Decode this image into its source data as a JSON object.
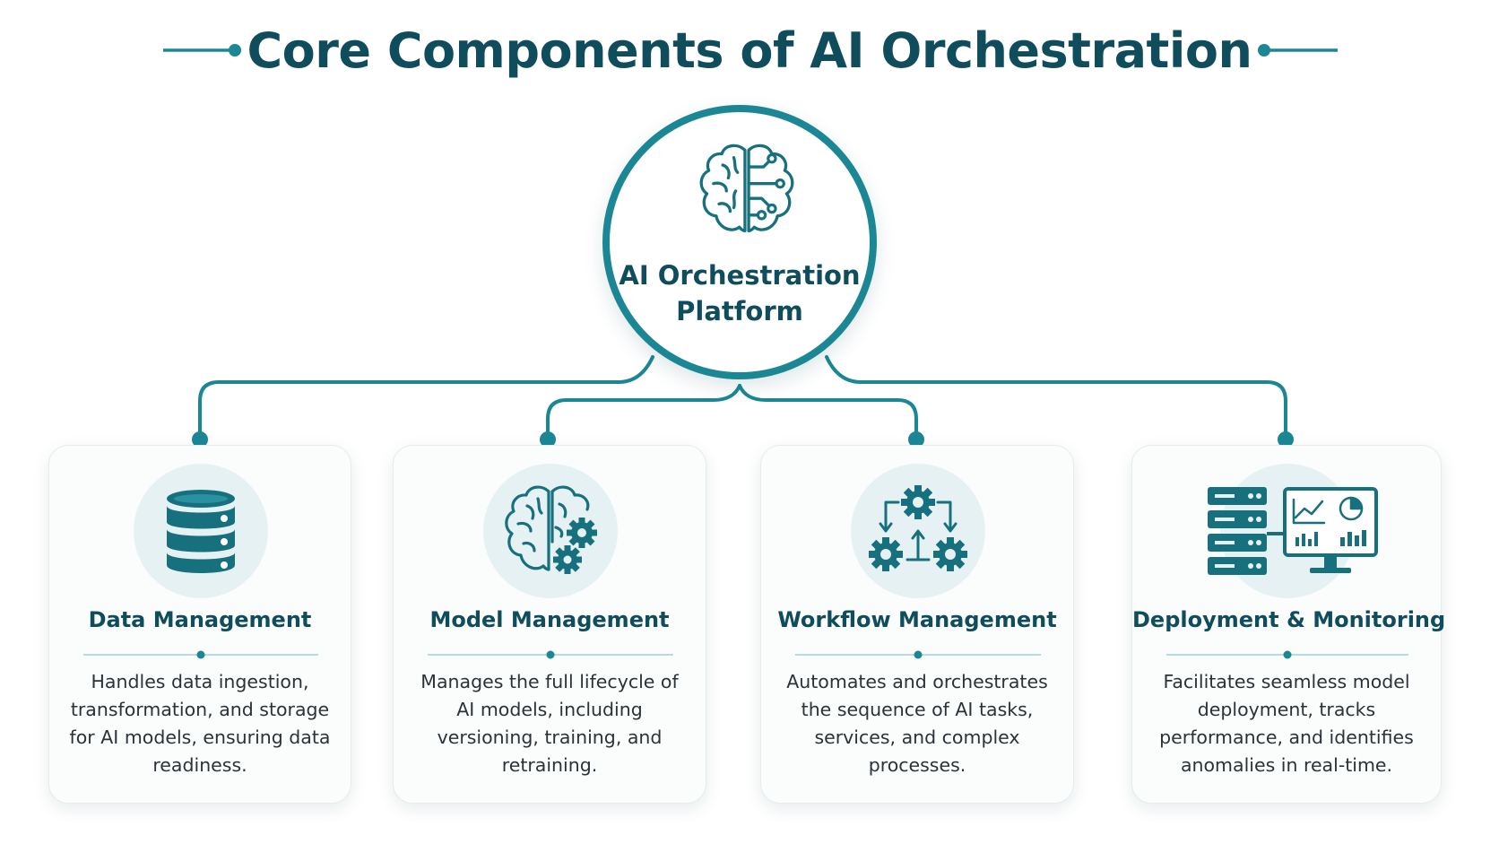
{
  "title": "Core Components of AI Orchestration",
  "colors": {
    "primary": "#1b8795",
    "title_text": "#0f4c5c",
    "heading_text": "#0f4c5c",
    "icon_dark": "#17707d",
    "icon_bg": "#e6f1f3"
  },
  "hub": {
    "label_line1": "AI Orchestration",
    "label_line2": "Platform",
    "icon": "brain-circuit-icon"
  },
  "components": [
    {
      "title": "Data Management",
      "icon": "database-icon",
      "description": "Handles data ingestion, transformation, and storage for AI models, ensuring data readiness."
    },
    {
      "title": "Model Management",
      "icon": "brain-gears-icon",
      "description": "Manages the full lifecycle of AI models, including versioning, training, and retraining."
    },
    {
      "title": "Workflow Management",
      "icon": "workflow-gears-icon",
      "description": "Automates and orchestrates the sequence of AI tasks, services, and complex processes."
    },
    {
      "title": "Deployment & Monitoring",
      "icon": "server-monitor-icon",
      "description": "Facilitates seamless model deployment, tracks performance, and identifies anomalies in real-time."
    }
  ]
}
